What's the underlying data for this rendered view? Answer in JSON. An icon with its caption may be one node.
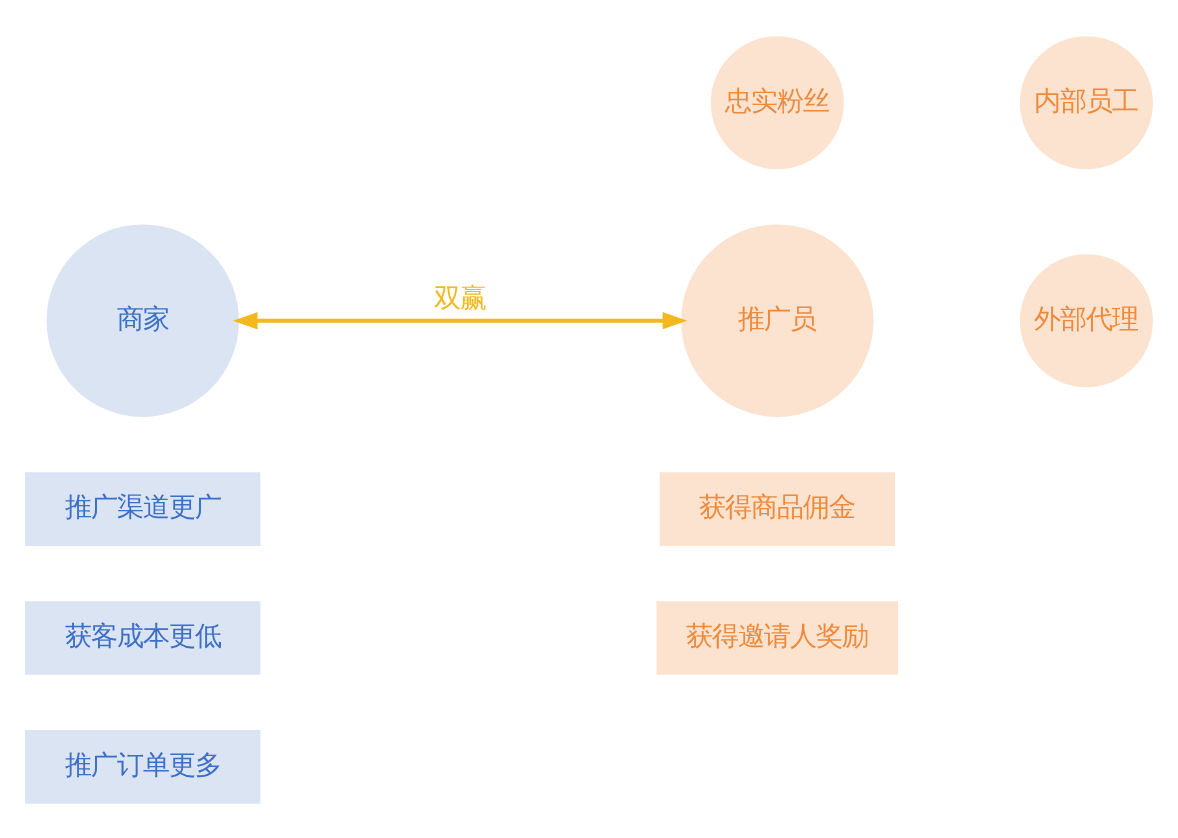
{
  "diagram": {
    "nodes": [
      {
        "text": [
          "商家"
        ]
      },
      {
        "text": [
          "推广员"
        ]
      },
      {
        "text": [
          "忠实粉丝"
        ]
      },
      {
        "text": [
          "内部员工"
        ]
      },
      {
        "text": [
          "外部代理"
        ]
      },
      {
        "text": [
          "推广渠道更广"
        ]
      },
      {
        "text": [
          "获客成本更低"
        ]
      },
      {
        "text": [
          "推广订单更多"
        ]
      },
      {
        "text": [
          "获得商品佣金"
        ]
      },
      {
        "text": [
          "获得邀请人奖励"
        ]
      }
    ],
    "edges": [
      {
        "from": 0,
        "to": 1,
        "arrow": "both",
        "label": "双赢",
        "color": "#f2b81d"
      }
    ]
  }
}
